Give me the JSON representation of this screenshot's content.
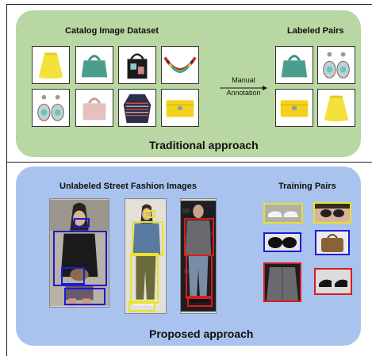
{
  "top_panel": {
    "catalog_title": "Catalog Image Dataset",
    "labeled_title": "Labeled Pairs",
    "arrow_label_line1": "Manual",
    "arrow_label_line2": "Annotation",
    "caption": "Traditional approach"
  },
  "bottom_panel": {
    "street_title": "Unlabeled Street Fashion Images",
    "training_title": "Training Pairs",
    "caption": "Proposed approach"
  },
  "colors": {
    "top_panel": "#b9d7a2",
    "bottom_panel": "#a9c3ee",
    "box_blue": "#1c1cd6",
    "box_yellow": "#e8e22a",
    "box_red": "#d91c1c"
  },
  "catalog_items": [
    "yellow-skirt",
    "teal-handbag",
    "black-tote",
    "beaded-necklace",
    "drop-earrings",
    "pink-handbag",
    "striped-jacket",
    "yellow-clutch"
  ],
  "labeled_pair_items": [
    "teal-handbag",
    "drop-earrings",
    "yellow-clutch",
    "yellow-skirt"
  ],
  "training_pair_items": [
    "white-sneakers",
    "sunglasses-face",
    "sunglasses",
    "brown-bag",
    "grey-shirt",
    "black-shoes"
  ]
}
